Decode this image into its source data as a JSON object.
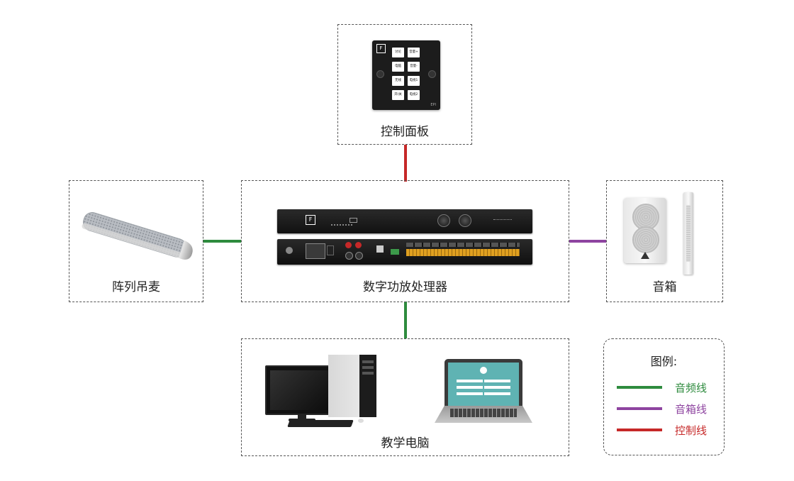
{
  "nodes": {
    "control_panel": {
      "label": "控制面板"
    },
    "array_mic": {
      "label": "阵列吊麦"
    },
    "processor": {
      "label": "数字功放处理器"
    },
    "speaker": {
      "label": "音箱"
    },
    "teaching_pc": {
      "label": "教学电脑"
    }
  },
  "panel_buttons": [
    "讨论",
    "音量+",
    "电脑",
    "音量-",
    "无线",
    "电视1",
    "开/关",
    "电视2"
  ],
  "legend": {
    "title": "图例:",
    "items": [
      {
        "label": "音频线",
        "color": "#2e8b3e"
      },
      {
        "label": "音箱线",
        "color": "#8e44a0"
      },
      {
        "label": "控制线",
        "color": "#c62828"
      }
    ]
  },
  "colors": {
    "audio": "#2e8b3e",
    "speaker": "#8e44a0",
    "control": "#c62828"
  }
}
